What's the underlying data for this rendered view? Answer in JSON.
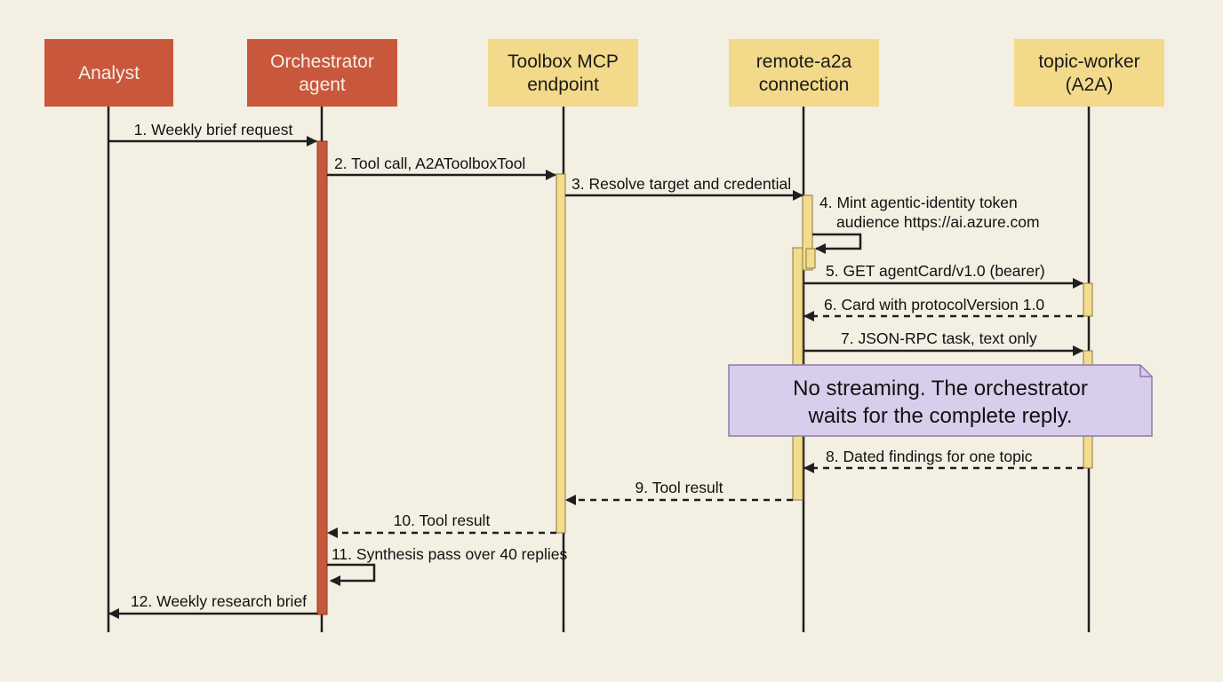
{
  "colors": {
    "background": "#f4efe3",
    "human_actor_fill": "#c8573b",
    "human_actor_text": "#f7efe6",
    "service_actor_fill": "#f3d98a",
    "service_actor_text": "#1a1a1a",
    "orchestrator_activation": "#c8573b",
    "service_activation": "#f3dc8e",
    "line": "#1f1f1f",
    "note_fill": "#d9cdec",
    "note_border": "#8a7ca8"
  },
  "actors": [
    {
      "id": "analyst",
      "label": [
        "Analyst"
      ],
      "style": "human"
    },
    {
      "id": "orchestrator",
      "label": [
        "Orchestrator",
        "agent"
      ],
      "style": "human"
    },
    {
      "id": "toolbox",
      "label": [
        "Toolbox MCP",
        "endpoint"
      ],
      "style": "service"
    },
    {
      "id": "remote",
      "label": [
        "remote-a2a",
        "connection"
      ],
      "style": "service"
    },
    {
      "id": "worker",
      "label": [
        "topic-worker",
        "(A2A)"
      ],
      "style": "service"
    }
  ],
  "messages": [
    {
      "n": 1,
      "text": "1. Weekly brief request",
      "from": "analyst",
      "to": "orchestrator",
      "kind": "sync"
    },
    {
      "n": 2,
      "text": "2. Tool call, A2AToolboxTool",
      "from": "orchestrator",
      "to": "toolbox",
      "kind": "sync"
    },
    {
      "n": 3,
      "text": "3. Resolve target and credential",
      "from": "toolbox",
      "to": "remote",
      "kind": "sync"
    },
    {
      "n": 4,
      "text": [
        "4. Mint agentic-identity token",
        "audience https://ai.azure.com"
      ],
      "from": "remote",
      "to": "remote",
      "kind": "self"
    },
    {
      "n": 5,
      "text": "5. GET agentCard/v1.0 (bearer)",
      "from": "remote",
      "to": "worker",
      "kind": "sync"
    },
    {
      "n": 6,
      "text": "6. Card with protocolVersion 1.0",
      "from": "worker",
      "to": "remote",
      "kind": "return"
    },
    {
      "n": 7,
      "text": "7. JSON-RPC task, text only",
      "from": "remote",
      "to": "worker",
      "kind": "sync"
    },
    {
      "n": 8,
      "text": "8. Dated findings for one topic",
      "from": "worker",
      "to": "remote",
      "kind": "return"
    },
    {
      "n": 9,
      "text": "9. Tool result",
      "from": "remote",
      "to": "toolbox",
      "kind": "return"
    },
    {
      "n": 10,
      "text": "10. Tool result",
      "from": "toolbox",
      "to": "orchestrator",
      "kind": "return"
    },
    {
      "n": 11,
      "text": "11. Synthesis pass over 40 replies",
      "from": "orchestrator",
      "to": "orchestrator",
      "kind": "self"
    },
    {
      "n": 12,
      "text": "12. Weekly research brief",
      "from": "orchestrator",
      "to": "analyst",
      "kind": "sync"
    }
  ],
  "note": {
    "text": [
      "No streaming. The orchestrator",
      "waits for the complete reply."
    ]
  }
}
